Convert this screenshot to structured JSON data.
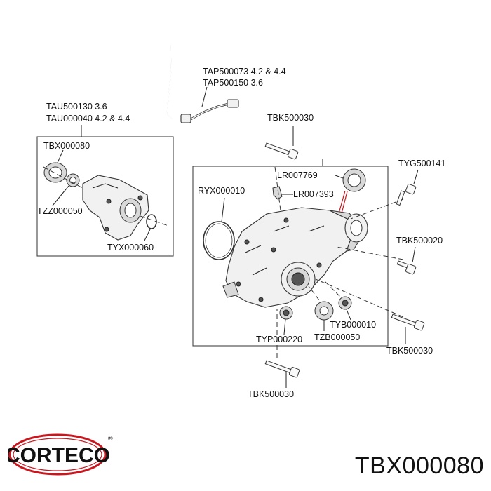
{
  "labels": {
    "tap1": "TAP500073 4.2 & 4.4",
    "tap2": "TAP500150 3.6",
    "tau1": "TAU500130 3.6",
    "tau2": "TAU000040 4.2 & 4.4",
    "tbx": "TBX000080",
    "tzz": "TZZ000050",
    "tyx": "TYX000060",
    "tbk_top": "TBK500030",
    "lr7769": "LR007769",
    "lr7393": "LR007393",
    "ryx": "RYX000010",
    "tyg": "TYG500141",
    "tbk_right": "TBK500020",
    "tyb": "TYB000010",
    "typ": "TYP000220",
    "tzb": "TZB000050",
    "tbk_right_low": "TBK500030",
    "tbk_bottom": "TBK500030"
  },
  "brand": {
    "logo_text": "CORTECO",
    "logo_color": "#c8171e",
    "registered": "®"
  },
  "part_number": "TBX000080"
}
